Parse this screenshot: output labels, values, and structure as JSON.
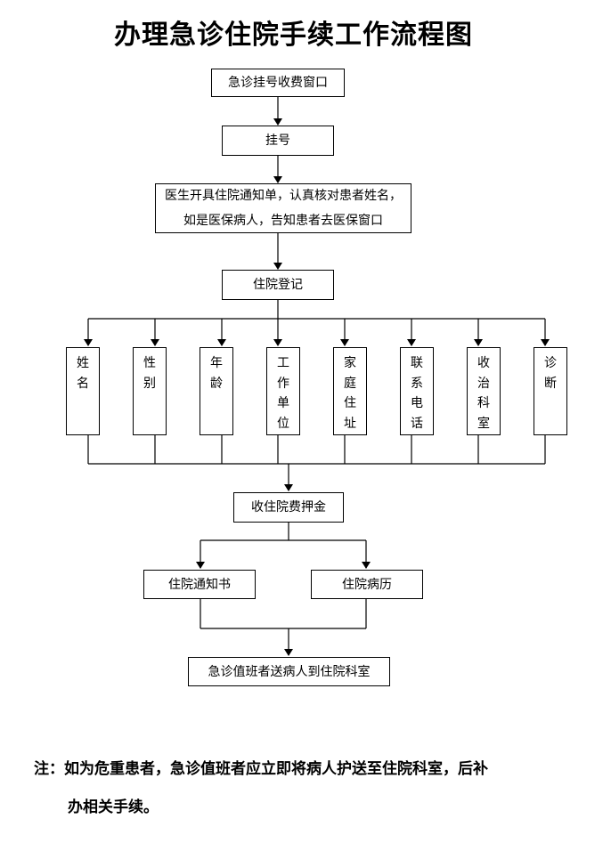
{
  "title": "办理急诊住院手续工作流程图",
  "steps": {
    "window": "急诊挂号收费窗口",
    "register": "挂号",
    "doctor_line1": "医生开具住院通知单，认真核对患者姓名，",
    "doctor_line2": "如是医保病人，告知患者去医保窗口",
    "admission": "住院登记",
    "deposit": "收住院费押金",
    "notice": "住院通知书",
    "record": "住院病历",
    "transfer": "急诊值班者送病人到住院科室"
  },
  "fields": [
    "姓名",
    "性别",
    "年龄",
    "工作单位",
    "家庭住址",
    "联系电话",
    "收治科室",
    "诊断"
  ],
  "note": {
    "line1": "注：如为危重患者，急诊值班者应立即将病人护送至住院科室，后补",
    "line2": "办相关手续。"
  }
}
